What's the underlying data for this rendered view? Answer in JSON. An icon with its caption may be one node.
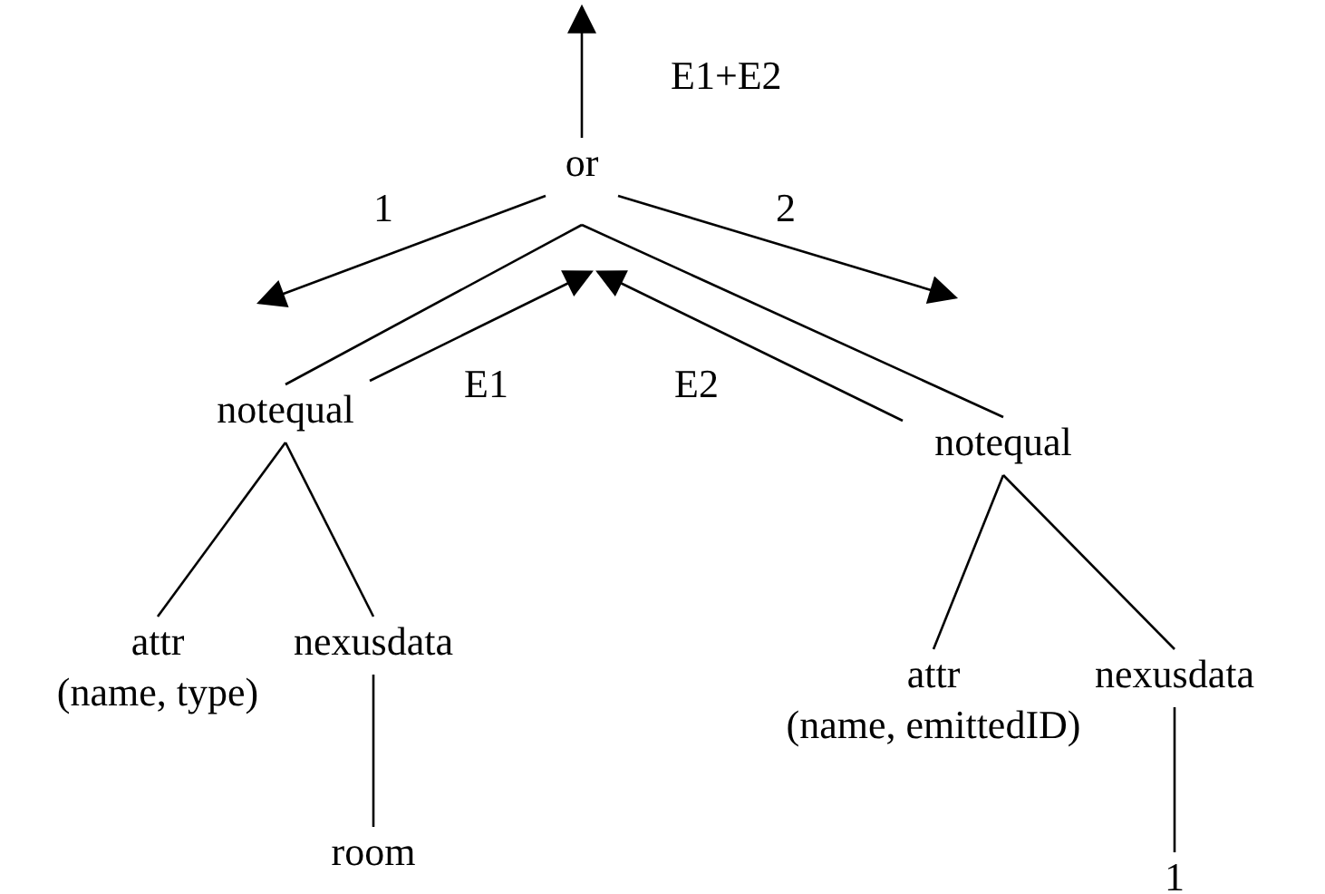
{
  "diagram": {
    "nodes": [
      {
        "text": [
          "or"
        ]
      },
      {
        "text": [
          "notequal"
        ]
      },
      {
        "text": [
          "notequal"
        ]
      },
      {
        "text": [
          "attr",
          "(name, type)"
        ]
      },
      {
        "text": [
          "nexusdata"
        ]
      },
      {
        "text": [
          "room"
        ]
      },
      {
        "text": [
          "attr",
          "(name, emittedID)"
        ]
      },
      {
        "text": [
          "nexusdata"
        ]
      },
      {
        "text": [
          "1"
        ]
      }
    ],
    "edges": [
      {
        "from": 0,
        "to": 1,
        "arrow": "none"
      },
      {
        "from": 0,
        "to": 2,
        "arrow": "none"
      },
      {
        "from": 1,
        "to": 3,
        "arrow": "none"
      },
      {
        "from": 1,
        "to": 4,
        "arrow": "none"
      },
      {
        "from": 4,
        "to": 5,
        "arrow": "none"
      },
      {
        "from": 2,
        "to": 6,
        "arrow": "none"
      },
      {
        "from": 2,
        "to": 7,
        "arrow": "none"
      },
      {
        "from": 7,
        "to": 8,
        "arrow": "none"
      },
      {
        "from": 0,
        "to": null,
        "arrow": "to",
        "label": "E1+E2"
      },
      {
        "from": 0,
        "to": 1,
        "arrow": "to",
        "label": "1"
      },
      {
        "from": 0,
        "to": 2,
        "arrow": "to",
        "label": "2"
      },
      {
        "from": 1,
        "to": 0,
        "arrow": "to",
        "label": "E1"
      },
      {
        "from": 2,
        "to": 0,
        "arrow": "to",
        "label": "E2"
      }
    ]
  }
}
